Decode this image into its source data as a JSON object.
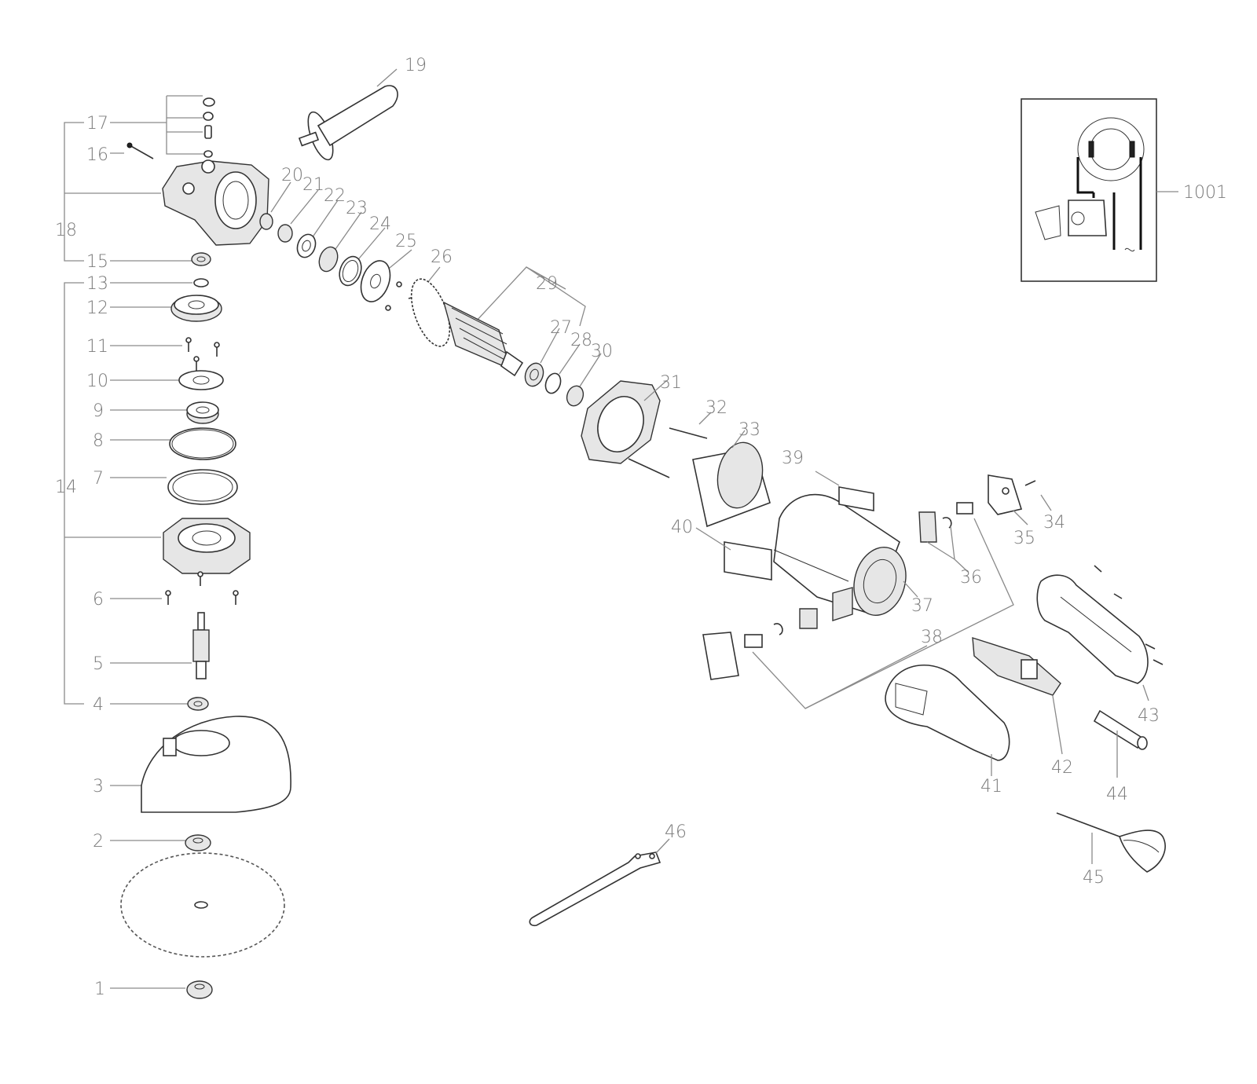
{
  "labels": {
    "p1": "1",
    "p2": "2",
    "p3": "3",
    "p4": "4",
    "p5": "5",
    "p6": "6",
    "p7": "7",
    "p8": "8",
    "p9": "9",
    "p10": "10",
    "p11": "11",
    "p12": "12",
    "p13": "13",
    "p14": "14",
    "p15": "15",
    "p16": "16",
    "p17": "17",
    "p18": "18",
    "p19": "19",
    "p20": "20",
    "p21": "21",
    "p22": "22",
    "p23": "23",
    "p24": "24",
    "p25": "25",
    "p26": "26",
    "p27": "27",
    "p28": "28",
    "p29": "29",
    "p30": "30",
    "p31": "31",
    "p32": "32",
    "p33": "33",
    "p34": "34",
    "p35": "35",
    "p36": "36",
    "p37": "37",
    "p38": "38",
    "p39": "39",
    "p40": "40",
    "p41": "41",
    "p42": "42",
    "p43": "43",
    "p44": "44",
    "p45": "45",
    "p46": "46",
    "p1001": "1001"
  }
}
